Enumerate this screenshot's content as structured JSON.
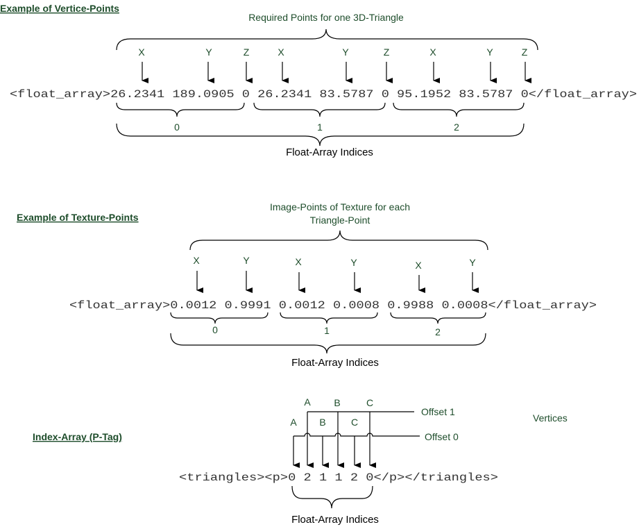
{
  "headings": {
    "vertices": "Example of Vertice-Points",
    "texture": "Example of Texture-Points",
    "index": "Index-Array (P-Tag)"
  },
  "vertices_section": {
    "caption": "Required Points for one 3D-Triangle",
    "code": "<float_array>26.2341 189.0905 0 26.2341 83.5787 0 95.1952 83.5787 0</float_array>",
    "axes": [
      "X",
      "Y",
      "Z",
      "X",
      "Y",
      "Z",
      "X",
      "Y",
      "Z"
    ],
    "indices": [
      "0",
      "1",
      "2"
    ],
    "footer": "Float-Array Indices"
  },
  "texture_section": {
    "caption_line1": "Image-Points of Texture for each",
    "caption_line2": "Triangle-Point",
    "code": "<float_array>0.0012 0.9991 0.0012 0.0008 0.9988 0.0008</float_array>",
    "axes": [
      "X",
      "Y",
      "X",
      "Y",
      "X",
      "Y"
    ],
    "indices": [
      "0",
      "1",
      "2"
    ],
    "footer": "Float-Array Indices"
  },
  "index_section": {
    "offset1_labels": [
      "A",
      "B",
      "C"
    ],
    "offset0_labels": [
      "A",
      "B",
      "C"
    ],
    "offset1": "Offset 1",
    "offset0": "Offset 0",
    "vertices_label": "Vertices",
    "code": "<triangles><p>0 2 1 1 2 0</p></triangles>",
    "footer": "Float-Array Indices"
  }
}
